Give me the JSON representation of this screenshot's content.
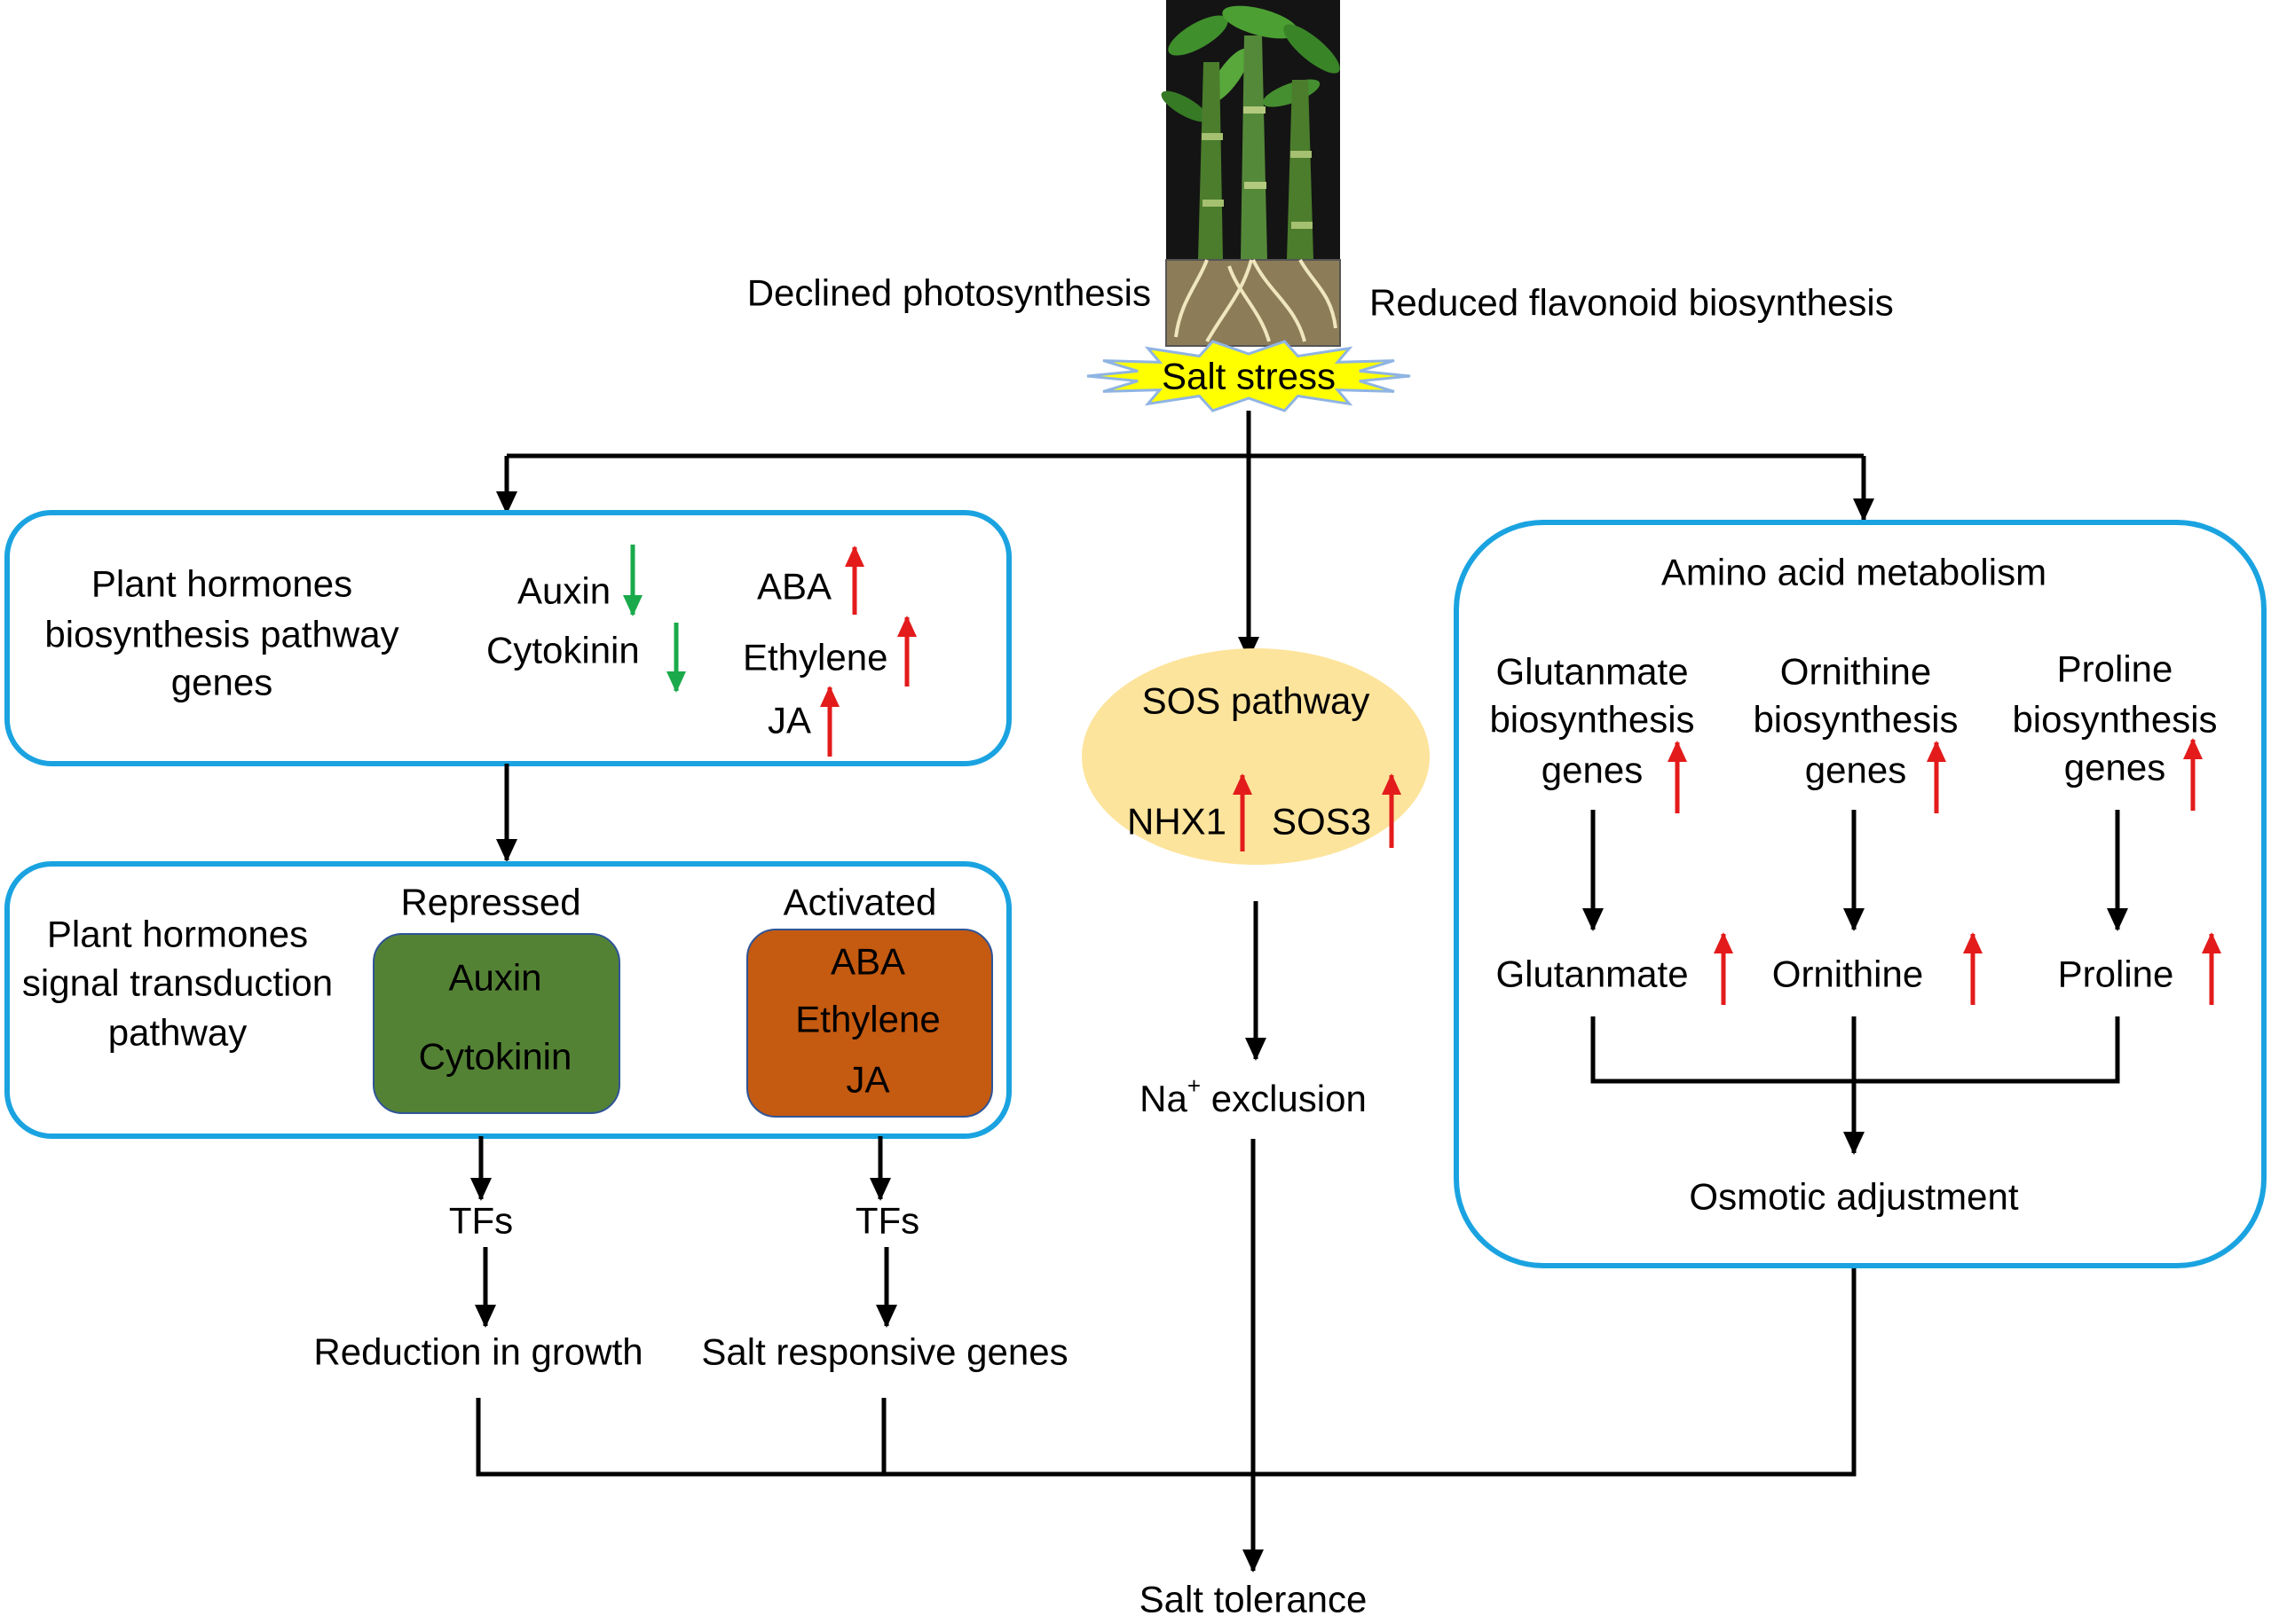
{
  "top": {
    "left_label": "Declined photosynthesis",
    "right_label": "Reduced flavonoid biosynthesis",
    "stress_label": "Salt stress"
  },
  "hormone_biosynthesis": {
    "title_lines": [
      "Plant hormones",
      "biosynthesis pathway",
      "genes"
    ],
    "down_regulated": [
      "Auxin",
      "Cytokinin"
    ],
    "up_regulated": [
      "ABA",
      "Ethylene",
      "JA"
    ]
  },
  "signal_transduction": {
    "title_lines": [
      "Plant hormones",
      "signal transduction",
      "pathway"
    ],
    "repressed": {
      "label": "Repressed",
      "items": [
        "Auxin",
        "Cytokinin"
      ]
    },
    "activated": {
      "label": "Activated",
      "items": [
        "ABA",
        "Ethylene",
        "JA"
      ]
    }
  },
  "left_outputs": {
    "tfs_left": "TFs",
    "tfs_right": "TFs",
    "growth": "Reduction in growth",
    "salt_genes": "Salt responsive genes"
  },
  "sos": {
    "title": "SOS pathway",
    "up_regulated": [
      "NHX1",
      "SOS3"
    ],
    "na_exclusion": {
      "prefix": "Na",
      "sup": "+",
      "suffix": " exclusion"
    }
  },
  "amino": {
    "title": "Amino acid metabolism",
    "columns": [
      {
        "gene_lines": [
          "Glutanmate",
          "biosynthesis",
          "genes"
        ],
        "product": "Glutanmate",
        "regulation": "up"
      },
      {
        "gene_lines": [
          "Ornithine",
          "biosynthesis",
          "genes"
        ],
        "product": "Ornithine",
        "regulation": "up"
      },
      {
        "gene_lines": [
          "Proline",
          "biosynthesis",
          "genes"
        ],
        "product": "Proline",
        "regulation": "up"
      }
    ],
    "result": "Osmotic adjustment"
  },
  "outcome": "Salt tolerance",
  "colors": {
    "box_stroke": "#1aa3e0",
    "up_arrow": "#e31b1b",
    "down_arrow": "#1aaa4b",
    "repressed_fill": "#548235",
    "activated_fill": "#c55a11",
    "sos_fill": "#fde49c",
    "stress_burst": "#ffff00"
  }
}
